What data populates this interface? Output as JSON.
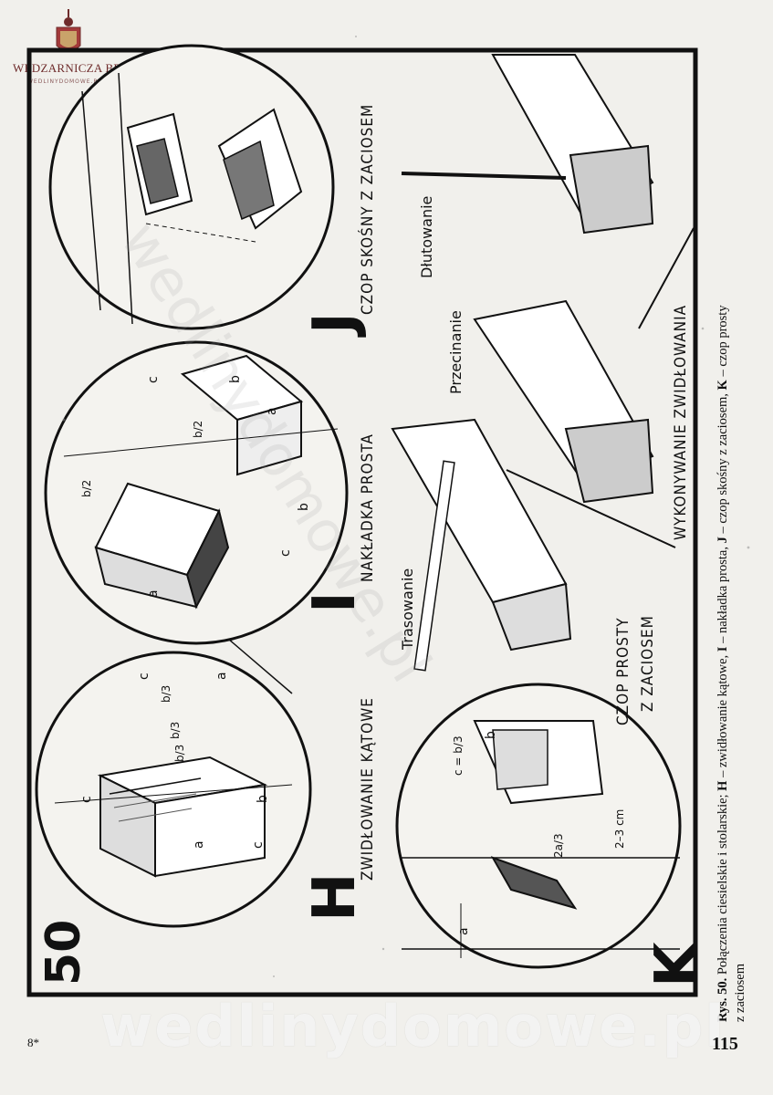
{
  "logo": {
    "name": "WĘDZARNICZA BRAĆ",
    "sub": "WEDLINYDOMOWE.PL"
  },
  "plate": {
    "number": "50",
    "letters": {
      "h": "H",
      "i": "I",
      "j": "J",
      "k": "K"
    },
    "titles": {
      "h": "ZWIDŁOWANIE KĄTOWE",
      "i": "NAKŁADKA PROSTA",
      "j": "CZOP SKOŚNY Z ZACIOSEM",
      "k_line1": "CZOP PROSTY",
      "k_line2": "Z ZACIOSEM",
      "w": "WYKONYWANIE ZWIDŁOWANIA"
    },
    "steps": {
      "trasowanie": "Trasowanie",
      "przecinanie": "Przecinanie",
      "dlutowanie": "Dłutowanie"
    },
    "dims": {
      "c": "c",
      "b": "b",
      "a": "a",
      "b2": "b/2",
      "b3": "b/3",
      "cc": "c = b/3",
      "twoa": "2a/3",
      "cm": "2–3 cm"
    }
  },
  "caption": {
    "rys": "Rys. 50.",
    "text1": " Połączenia ciesielskie i stolarskie; ",
    "H": "H",
    "tH": " – zwidłowanie kątowe, ",
    "I": "I",
    "tI": " – nakładka prosta, ",
    "J": "J",
    "tJ": " – czop skośny z zaciosem, ",
    "K": "K",
    "tK": " – czop prosty",
    "line2": "z zaciosem"
  },
  "page_number": "115",
  "footer_mark": "8*",
  "watermark": "wedlinydomowe.pl"
}
